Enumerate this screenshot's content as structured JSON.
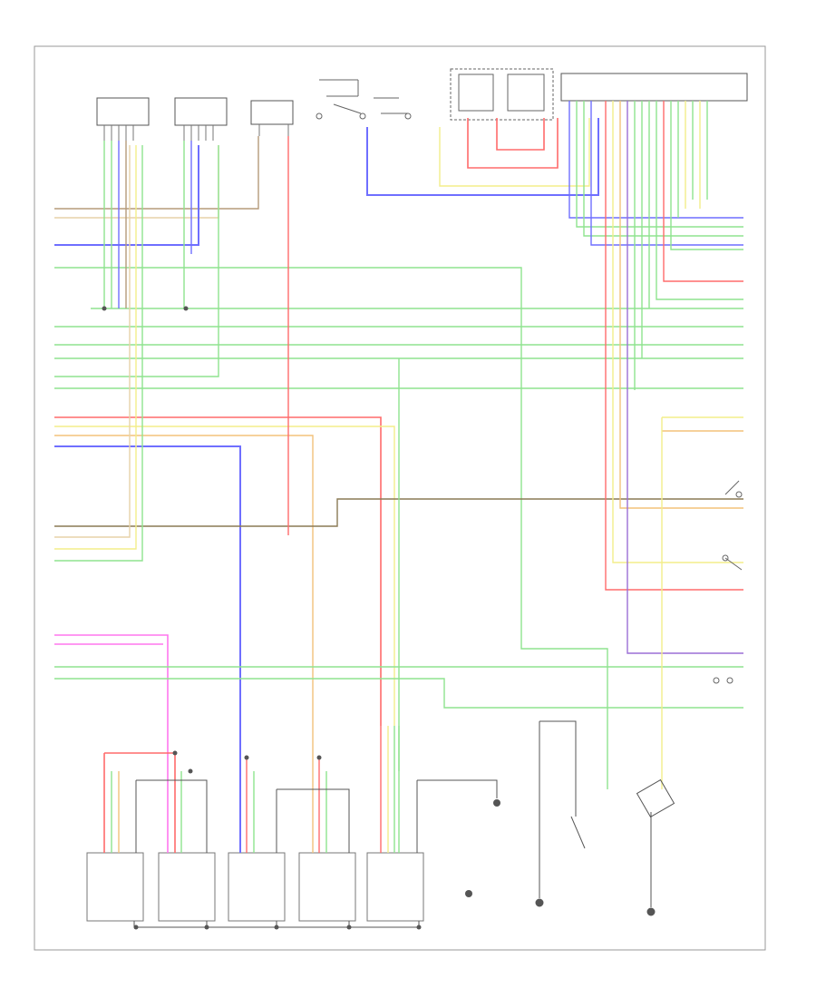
{
  "sheet": {
    "footer_code": "",
    "bottom_label": ""
  },
  "colors": {
    "red": "#ff6b6b",
    "blue": "#6f6fff",
    "green": "#8fe38f",
    "yellow": "#f3ee8a",
    "orange": "#f3c27a",
    "pink": "#ff77ee",
    "brown": "#b59b7a",
    "tan": "#e7d2a8",
    "black": "#333333"
  },
  "wire_colors": [
    "green",
    "green",
    "blue",
    "green",
    "green",
    "green",
    "green",
    "green",
    "green",
    "red",
    "yellow",
    "green",
    "blue",
    "black",
    "tan",
    "yellow",
    "green",
    "pink",
    "pink",
    "green",
    "green"
  ],
  "right_wire_colors": [
    "blue",
    "green",
    "green",
    "blue",
    "red",
    "green",
    "green",
    "green",
    "green",
    "green",
    "green",
    "yellow",
    "orange",
    "brown",
    "yellow",
    "red",
    "blue",
    "green",
    "green"
  ]
}
